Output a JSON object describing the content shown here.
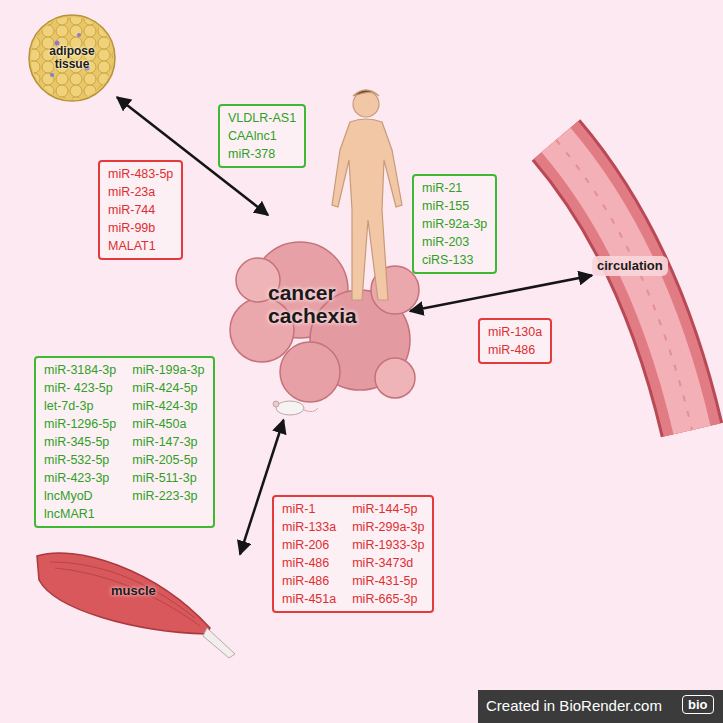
{
  "diagram": {
    "nodes": [
      {
        "text": [
          "adipose tissue"
        ]
      },
      {
        "text": [
          "VLDLR-AS1",
          "CAAlnc1",
          "miR-378"
        ]
      },
      {
        "text": [
          "miR-483-5p",
          "miR-23a",
          "miR-744",
          "miR-99b",
          "MALAT1"
        ]
      },
      {
        "text": [
          "miR-21",
          "miR-155",
          "miR-92a-3p",
          "miR-203",
          "ciRS-133"
        ]
      },
      {
        "text": [
          "cancer cachexia"
        ]
      },
      {
        "text": [
          "circulation"
        ]
      },
      {
        "text": [
          "miR-130a",
          "miR-486"
        ]
      },
      {
        "text": [
          "miR-3184-3p",
          "miR- 423-5p",
          "let-7d-3p",
          "miR-1296-5p",
          "miR-345-5p",
          "miR-532-5p",
          "miR-423-3p",
          "lncMyoD",
          "lncMAR1",
          "miR-199a-3p",
          "miR-424-5p",
          "miR-424-3p",
          "miR-450a",
          "miR-147-3p",
          "miR-205-5p",
          "miR-511-3p",
          "miR-223-3p"
        ]
      },
      {
        "text": [
          "muscle"
        ]
      },
      {
        "text": [
          "miR-1",
          "miR-133a",
          "miR-206",
          "miR-486",
          "miR-486",
          "miR-451a",
          "miR-144-5p",
          "miR-299a-3p",
          "miR-1933-3p",
          "miR-3473d",
          "miR-431-5p",
          "miR-665-3p"
        ]
      }
    ],
    "edges": [
      {
        "from": 0,
        "to": 4,
        "arrow": "both"
      },
      {
        "from": 4,
        "to": 5,
        "arrow": "both"
      },
      {
        "from": 8,
        "to": 4,
        "arrow": "both"
      }
    ],
    "labels": [
      "Created in BioRender.com",
      "bio"
    ]
  }
}
